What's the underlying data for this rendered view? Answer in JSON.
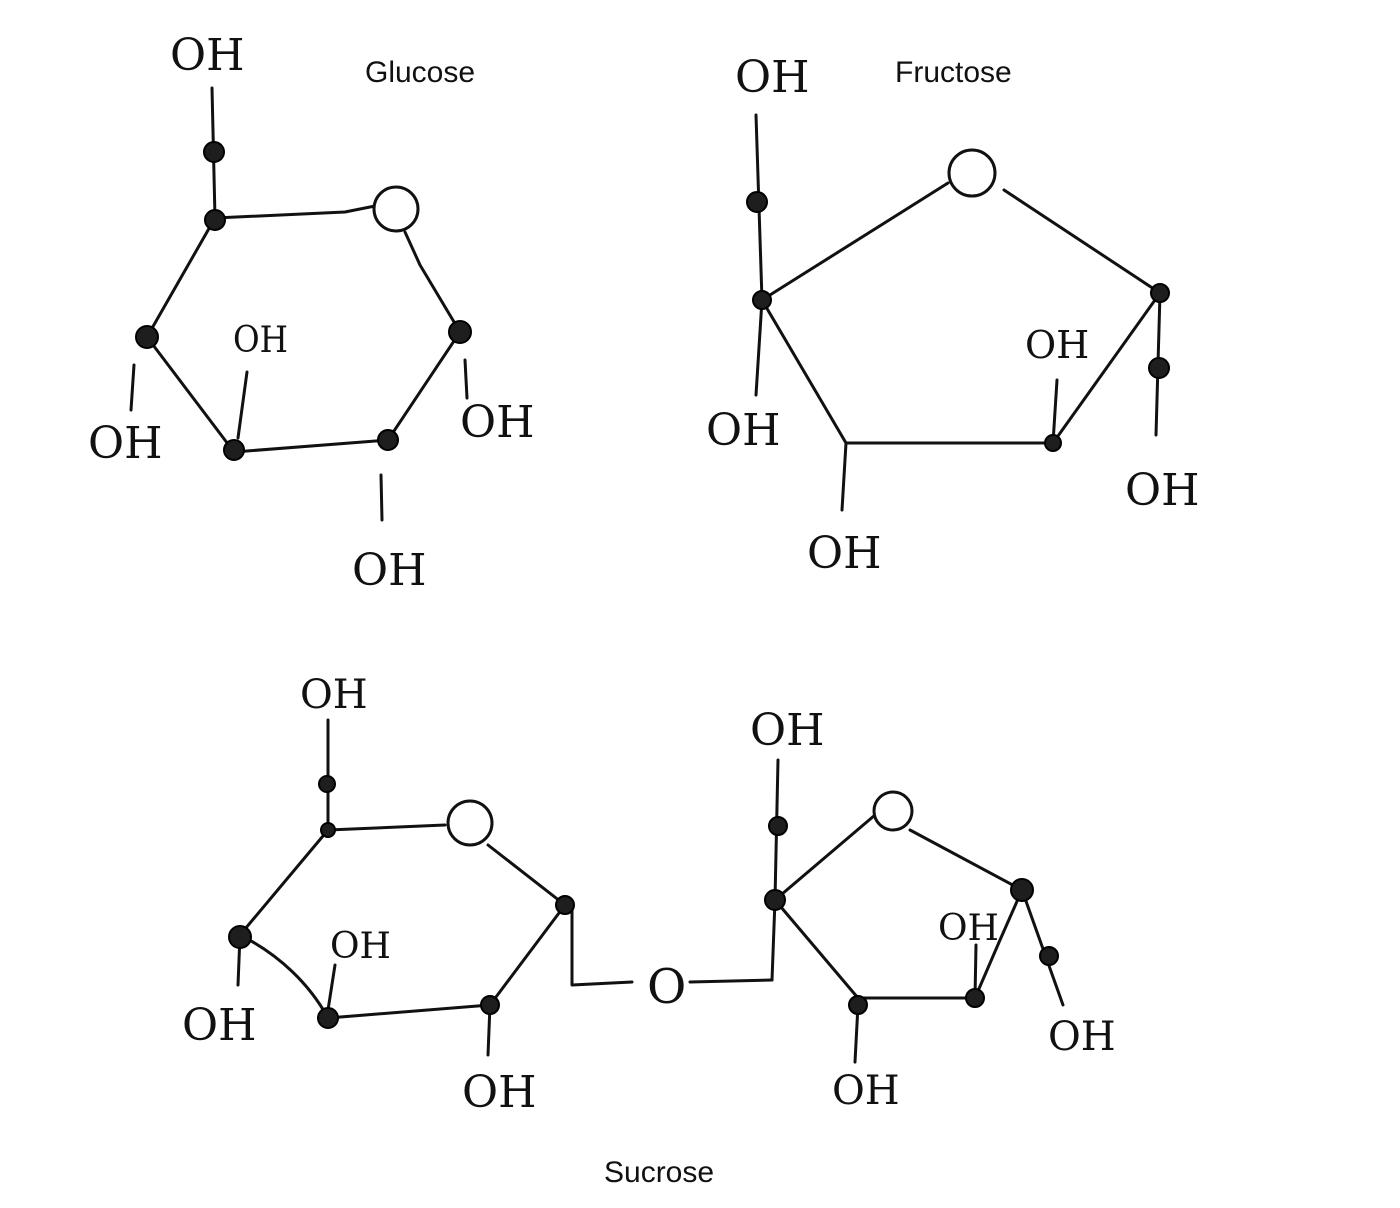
{
  "titles": {
    "glucose": "Glucose",
    "fructose": "Fructose",
    "sucrose": "Sucrose"
  },
  "labels": {
    "oh": "OH",
    "bridge_oxygen": "O"
  }
}
